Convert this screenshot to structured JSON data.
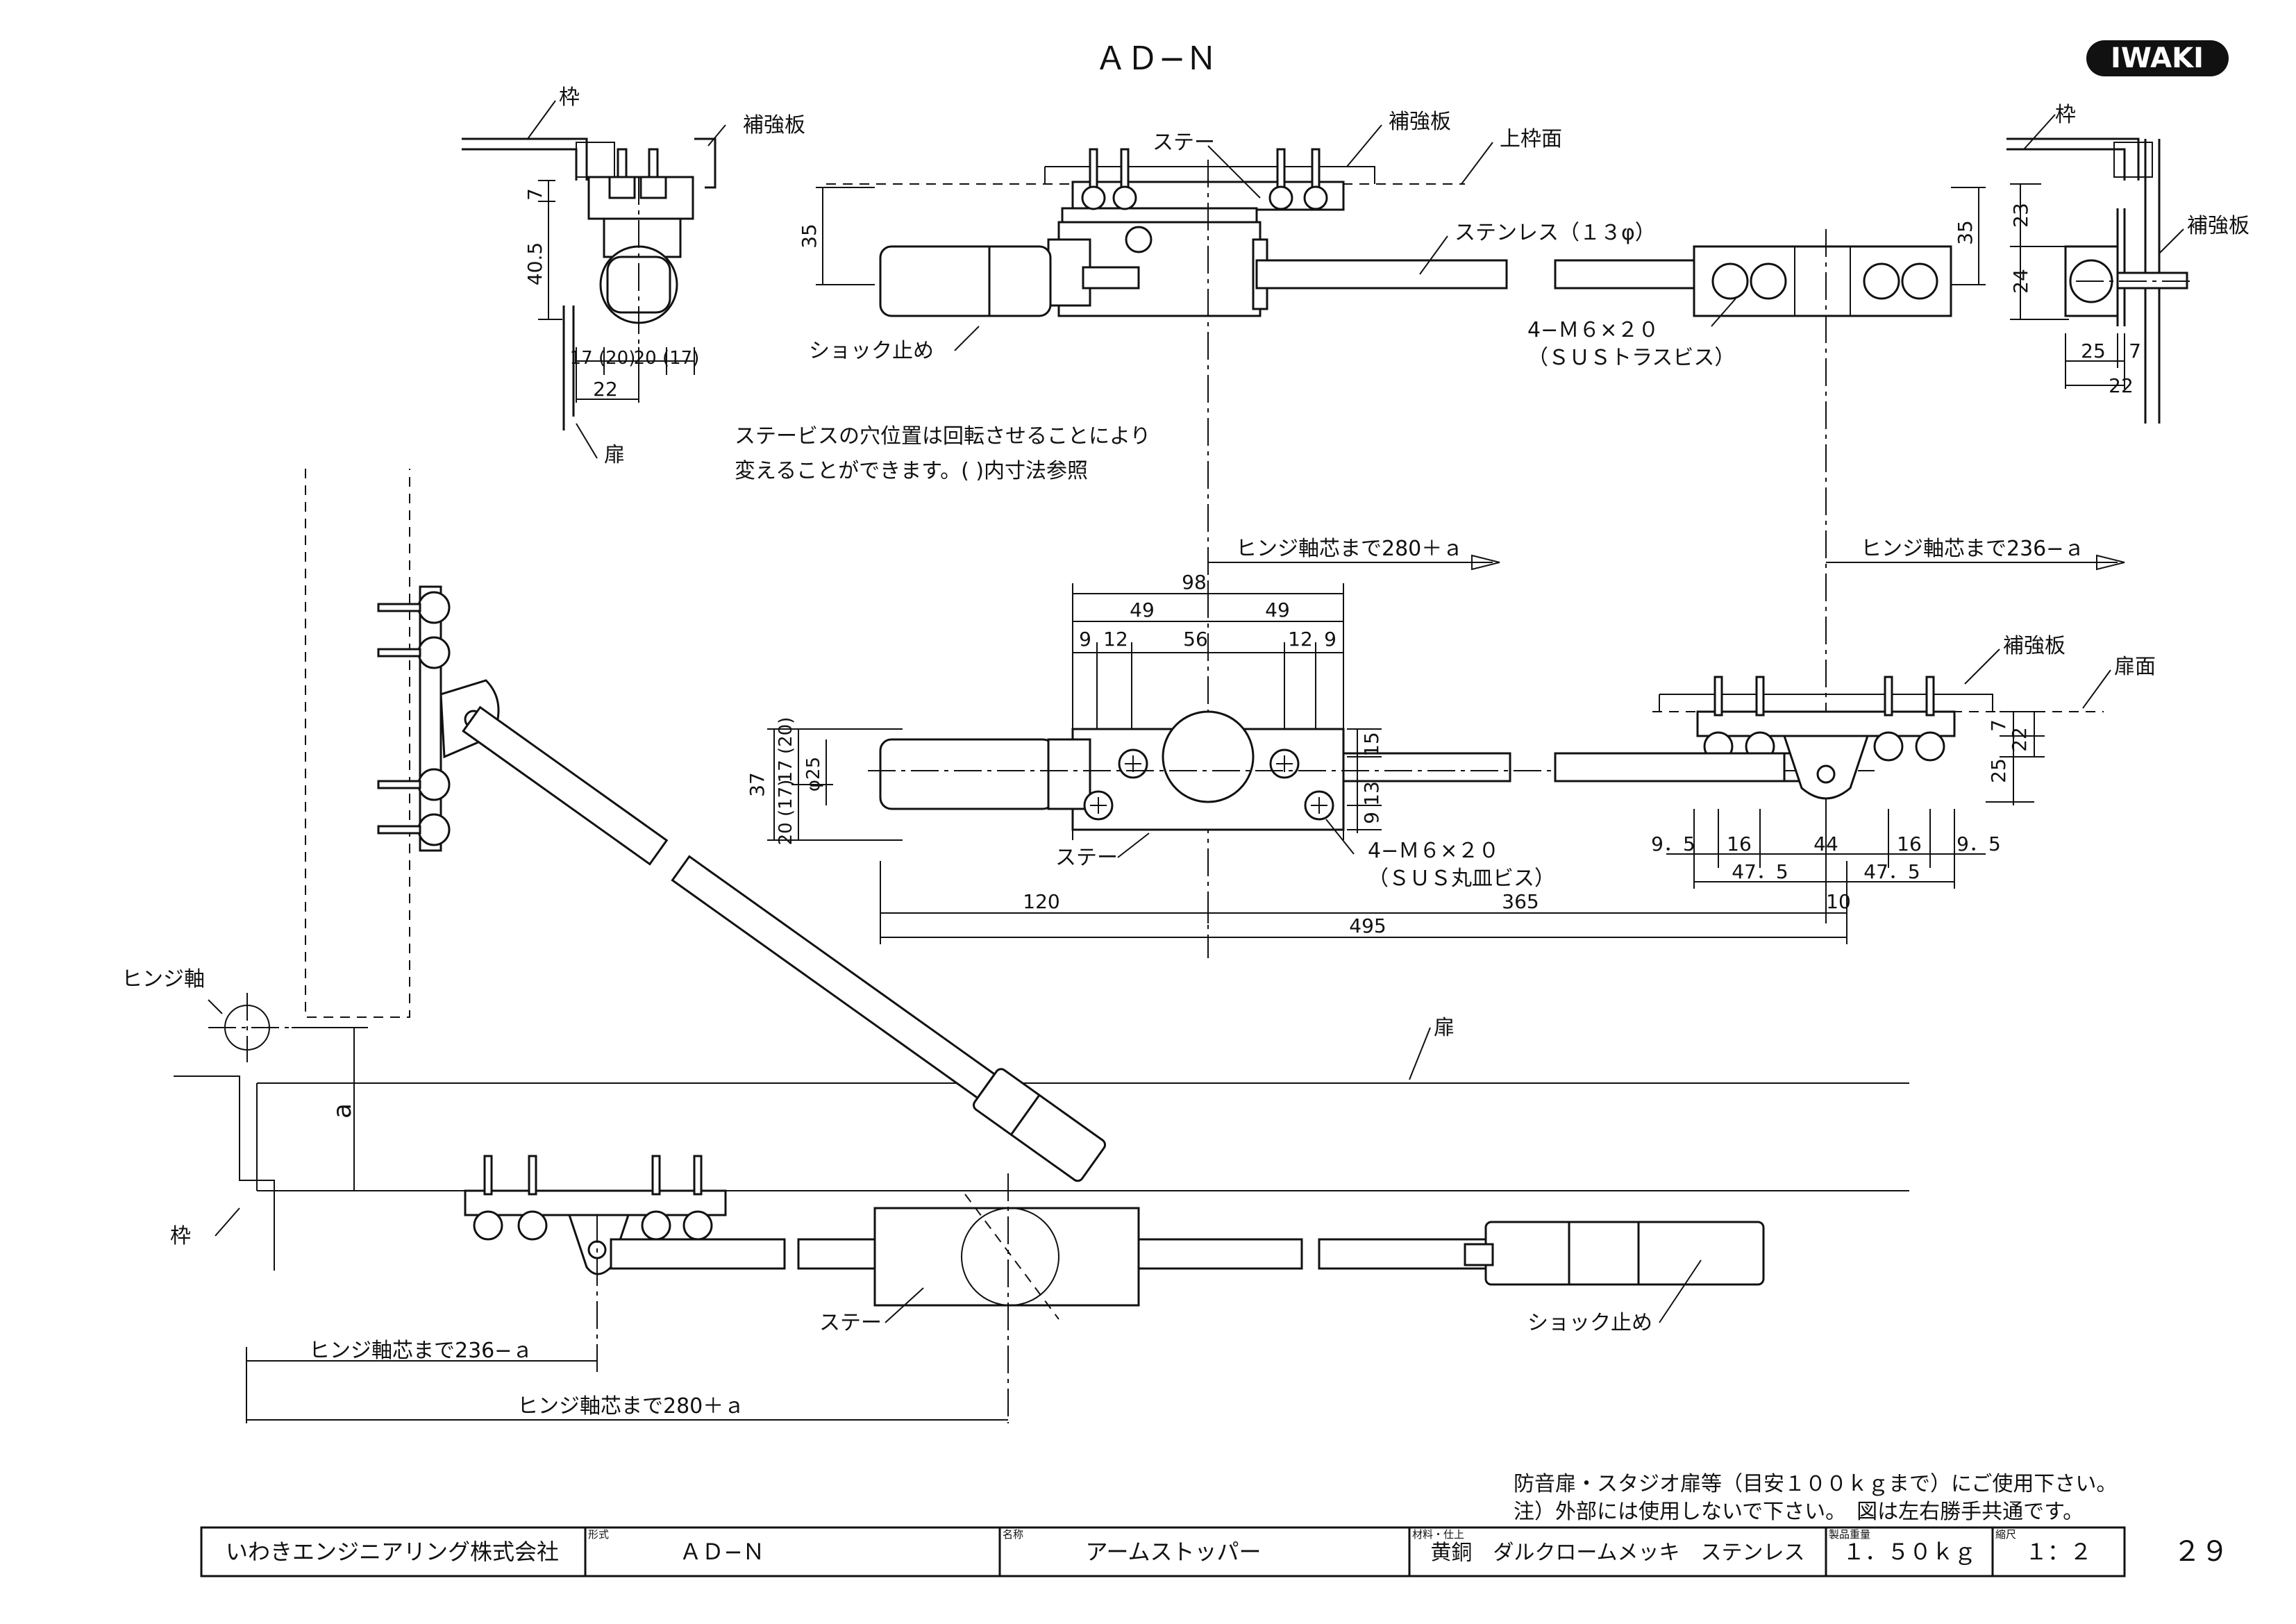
{
  "header": {
    "title": "ＡＤ−Ｎ",
    "logo": "IWAKI",
    "page_number": "２９"
  },
  "top_left": {
    "frame": "枠",
    "reinforcement": "補強板",
    "door": "扉",
    "dims": {
      "d7": "7",
      "d40_5": "40.5",
      "d17_20": "17 (20)",
      "d20_17": "20 (17)",
      "d22": "22"
    }
  },
  "top_center": {
    "stay": "ステー",
    "reinforcement": "補強板",
    "upper_frame": "上枠面",
    "stainless": "ステンレス（１３φ）",
    "shock_stop": "ショック止め",
    "screw_line1": "4−Ｍ６×２０",
    "screw_line2": "（ＳＵＳトラスビス）",
    "dims": {
      "d35_left": "35",
      "d35_right": "35"
    }
  },
  "top_right": {
    "frame": "枠",
    "reinforcement": "補強板",
    "dims": {
      "d23": "23",
      "d24": "24",
      "d25": "25",
      "d7": "7",
      "d22": "22"
    }
  },
  "note": {
    "line1": "ステービスの穴位置は回転させることにより",
    "line2": "変えることができます。( )内寸法参照"
  },
  "arrows": {
    "hinge_280": "ヒンジ軸芯まで280＋ａ",
    "hinge_236": "ヒンジ軸芯まで236−ａ"
  },
  "middle": {
    "stay": "ステー",
    "screw_line1": "4−Ｍ６×２０",
    "screw_line2": "（ＳＵＳ丸皿ビス）",
    "dims": {
      "d98": "98",
      "d49a": "49",
      "d49b": "49",
      "d9a": "9",
      "d12a": "12",
      "d56": "56",
      "d12b": "12",
      "d9b": "9",
      "d15": "15",
      "d13": "13",
      "d9c": "9",
      "d37": "37",
      "d20_17": "20 (17)",
      "d17_20": "17 (20)",
      "dphi25": "φ25",
      "d120": "120",
      "d365": "365",
      "d495": "495",
      "d10": "10"
    }
  },
  "mid_right": {
    "reinforcement": "補強板",
    "door_face": "扉面",
    "dims": {
      "d9_5a": "9．5",
      "d16a": "16",
      "d44": "44",
      "d16b": "16",
      "d9_5b": "9．5",
      "d47_5a": "47．5",
      "d47_5b": "47．5",
      "d7": "7",
      "d22": "22",
      "d25": "25"
    }
  },
  "bottom": {
    "hinge_axis": "ヒンジ軸",
    "frame": "枠",
    "door": "扉",
    "a": "a",
    "stay": "ステー",
    "shock_stop": "ショック止め",
    "hinge_236": "ヒンジ軸芯まで236−ａ",
    "hinge_280": "ヒンジ軸芯まで280＋ａ"
  },
  "usage": {
    "line1": "防音扉・スタジオ扉等（目安１００ｋｇまで）にご使用下さい。",
    "line2": "注）外部には使用しないで下さい。　図は左右勝手共通です。"
  },
  "title_block": {
    "company": "いわきエンジニアリング株式会社",
    "model_caption": "形式",
    "model": "ＡＤ−Ｎ",
    "name_caption": "名称",
    "name": "アームストッパー",
    "material_caption": "材料・仕上",
    "material": "黄銅　ダルクロームメッキ　ステンレス",
    "weight_caption": "製品重量",
    "weight": "１．５０ｋｇ",
    "scale_caption": "縮尺",
    "scale": "１：２"
  }
}
